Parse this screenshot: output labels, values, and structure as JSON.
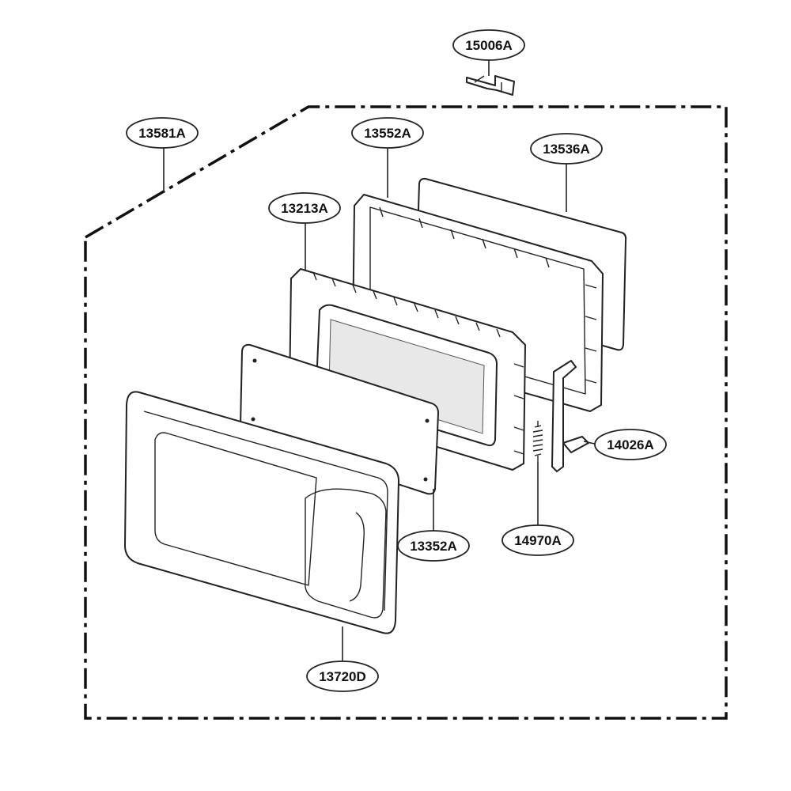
{
  "labels": {
    "bracket": "15006A",
    "door_assembly": "13581A",
    "choke_cover": "13552A",
    "barrier_film": "13536A",
    "door_frame": "13213A",
    "latch_hook": "14026A",
    "glass_screen": "13352A",
    "spring": "14970A",
    "door_frame_front": "13720D"
  }
}
